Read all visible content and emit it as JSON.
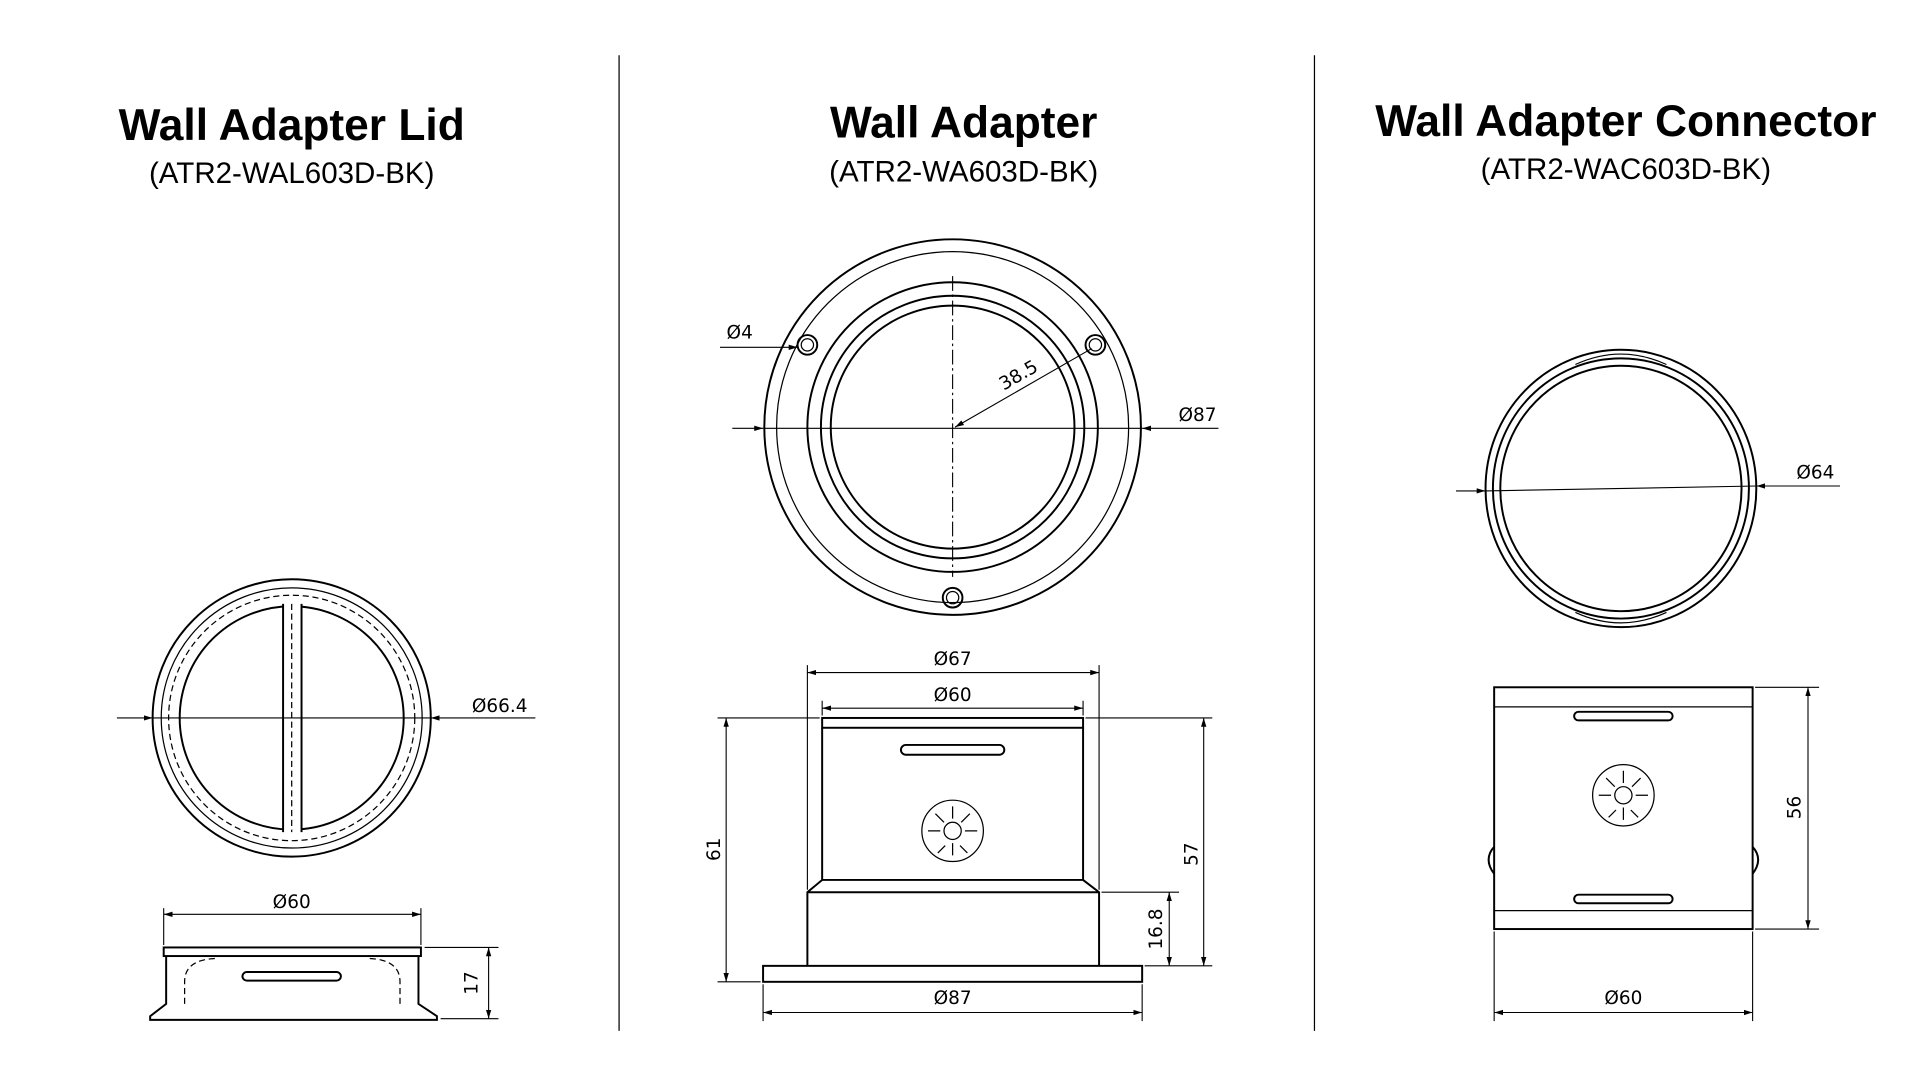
{
  "panels": [
    {
      "title": "Wall Adapter Lid",
      "part_number": "(ATR2-WAL603D-BK)",
      "dims": {
        "top_diameter": "Ø66.4",
        "side_diameter": "Ø60",
        "height": "17"
      }
    },
    {
      "title": "Wall Adapter",
      "part_number": "(ATR2-WA603D-BK)",
      "dims": {
        "hole": "Ø4",
        "radius": "38.5",
        "flange": "Ø87",
        "upper": "Ø67",
        "inner": "Ø60",
        "total_height": "61",
        "body_height": "57",
        "step_height": "16.8",
        "base": "Ø87"
      }
    },
    {
      "title": "Wall Adapter Connector",
      "part_number": "(ATR2-WAC603D-BK)",
      "dims": {
        "top_diameter": "Ø64",
        "height": "56",
        "side_diameter": "Ø60"
      }
    }
  ]
}
